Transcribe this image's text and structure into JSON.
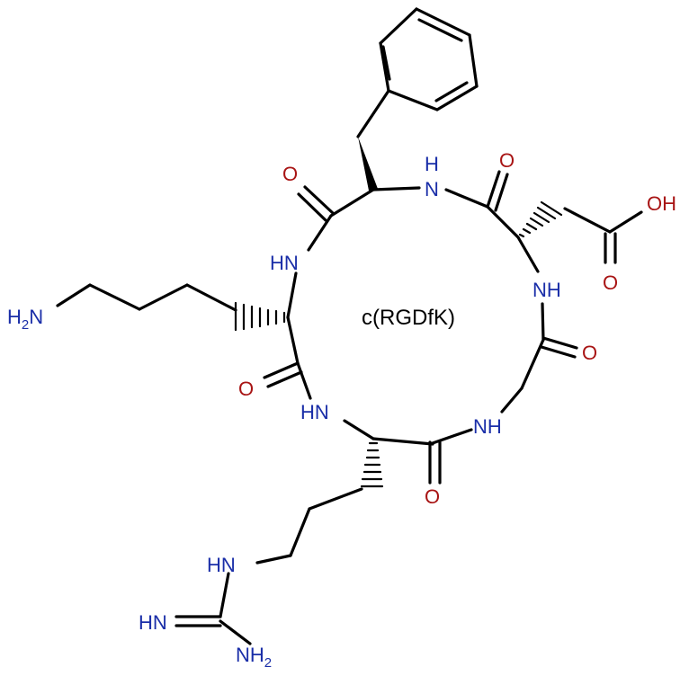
{
  "molecule": {
    "center_label": "c(RGDfK)"
  },
  "atoms": {
    "o_phe": "O",
    "nh_top": "N",
    "nh_top_h": "H",
    "o_asp_carbonyl": "O",
    "oh_asp": "OH",
    "o_asp_acid": "O",
    "nh_left": "HN",
    "nh_right": "NH",
    "h2n_main": "H",
    "h2n_sub": "2",
    "h2n_n": "N",
    "o_gly": "O",
    "o_lys": "O",
    "hn_bottom_left": "HN",
    "nh_bottom_right": "NH",
    "o_arg": "O",
    "hn_guan": "HN",
    "hn_imine": "HN",
    "nh2_main": "NH",
    "nh2_sub": "2"
  },
  "colors": {
    "bond": "#000000",
    "nitrogen": "#1a2ea8",
    "oxygen": "#a81414",
    "label": "#000000"
  }
}
